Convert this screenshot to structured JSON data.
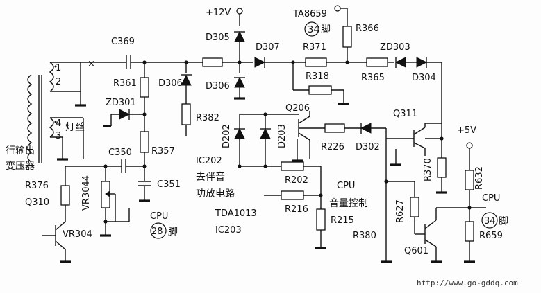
{
  "labels": {
    "v12": "+12V",
    "ta8659": "TA8659",
    "pin34_top": "34",
    "jiao_top": "脚",
    "r366": "R366",
    "c369": "C369",
    "d305": "D305",
    "d307": "D307",
    "r371": "R371",
    "zd303": "ZD303",
    "r318": "R318",
    "r365": "R365",
    "d304": "D304",
    "d306a": "D306",
    "d306b": "D306",
    "r361": "R361",
    "zd301": "ZD301",
    "r382": "R382",
    "q206": "Q206",
    "q311": "Q311",
    "d202": "D202",
    "d203": "D203",
    "r226": "R226",
    "d302": "D302",
    "v5": "+5V",
    "pin1": "1",
    "pin2": "2",
    "pin4": "4",
    "pin3": "3",
    "filament": "灯丝",
    "flyback1": "行输出",
    "flyback2": "变压器",
    "c350": "C350",
    "r357": "R357",
    "ic202": "IC202",
    "mute1": "去伴音",
    "mute2": "功放电路",
    "r202": "R202",
    "cpu_mid": "CPU",
    "vol": "音量控制",
    "r370": "R370",
    "r632": "R632",
    "r376": "R376",
    "q310": "Q310",
    "vr3044": "VR3044",
    "c351": "C351",
    "cpu_28": "CPU",
    "pin28": "28",
    "jiao_28": "脚",
    "tda1013": "TDA1013",
    "r216": "R216",
    "r215": "R215",
    "r627": "R627",
    "cpu_right": "CPU",
    "pin34_right": "34",
    "jiao_right": "脚",
    "vr304": "VR304",
    "ic203": "IC203",
    "r380": "R380",
    "r659": "R659",
    "q601": "Q601",
    "url": "http://www.go-gddq.com"
  }
}
